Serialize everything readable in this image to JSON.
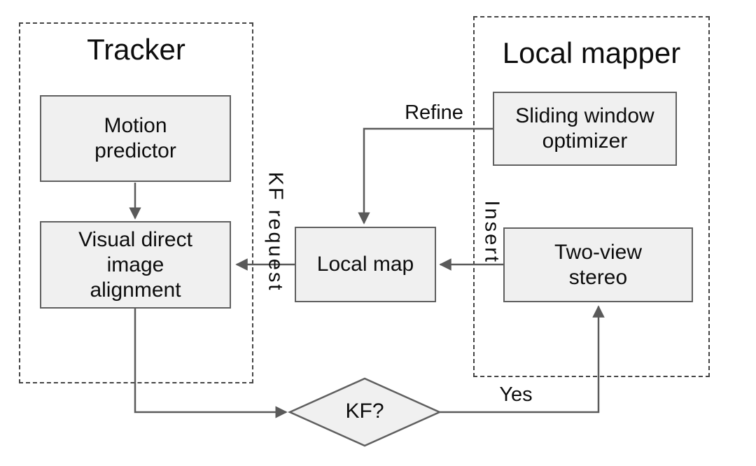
{
  "groups": {
    "tracker": {
      "title": "Tracker"
    },
    "local_mapper": {
      "title": "Local mapper"
    }
  },
  "nodes": {
    "motion_predictor": {
      "label": "Motion\npredictor"
    },
    "visual_direct_image_alignment": {
      "label": "Visual direct\nimage\nalignment"
    },
    "local_map": {
      "label": "Local map"
    },
    "sliding_window_optimizer": {
      "label": "Sliding window\noptimizer"
    },
    "two_view_stereo": {
      "label": "Two-view\nstereo"
    },
    "kf_decision": {
      "label": "KF?"
    }
  },
  "edge_labels": {
    "refine": "Refine",
    "kf_request": "KF request",
    "insert": "Insert",
    "yes": "Yes"
  },
  "colors": {
    "node_fill": "#f0f0f0",
    "node_border": "#5f5f5f",
    "group_border": "#454545",
    "arrow": "#5a5a5a",
    "text": "#0d0d0d",
    "background": "#ffffff"
  }
}
